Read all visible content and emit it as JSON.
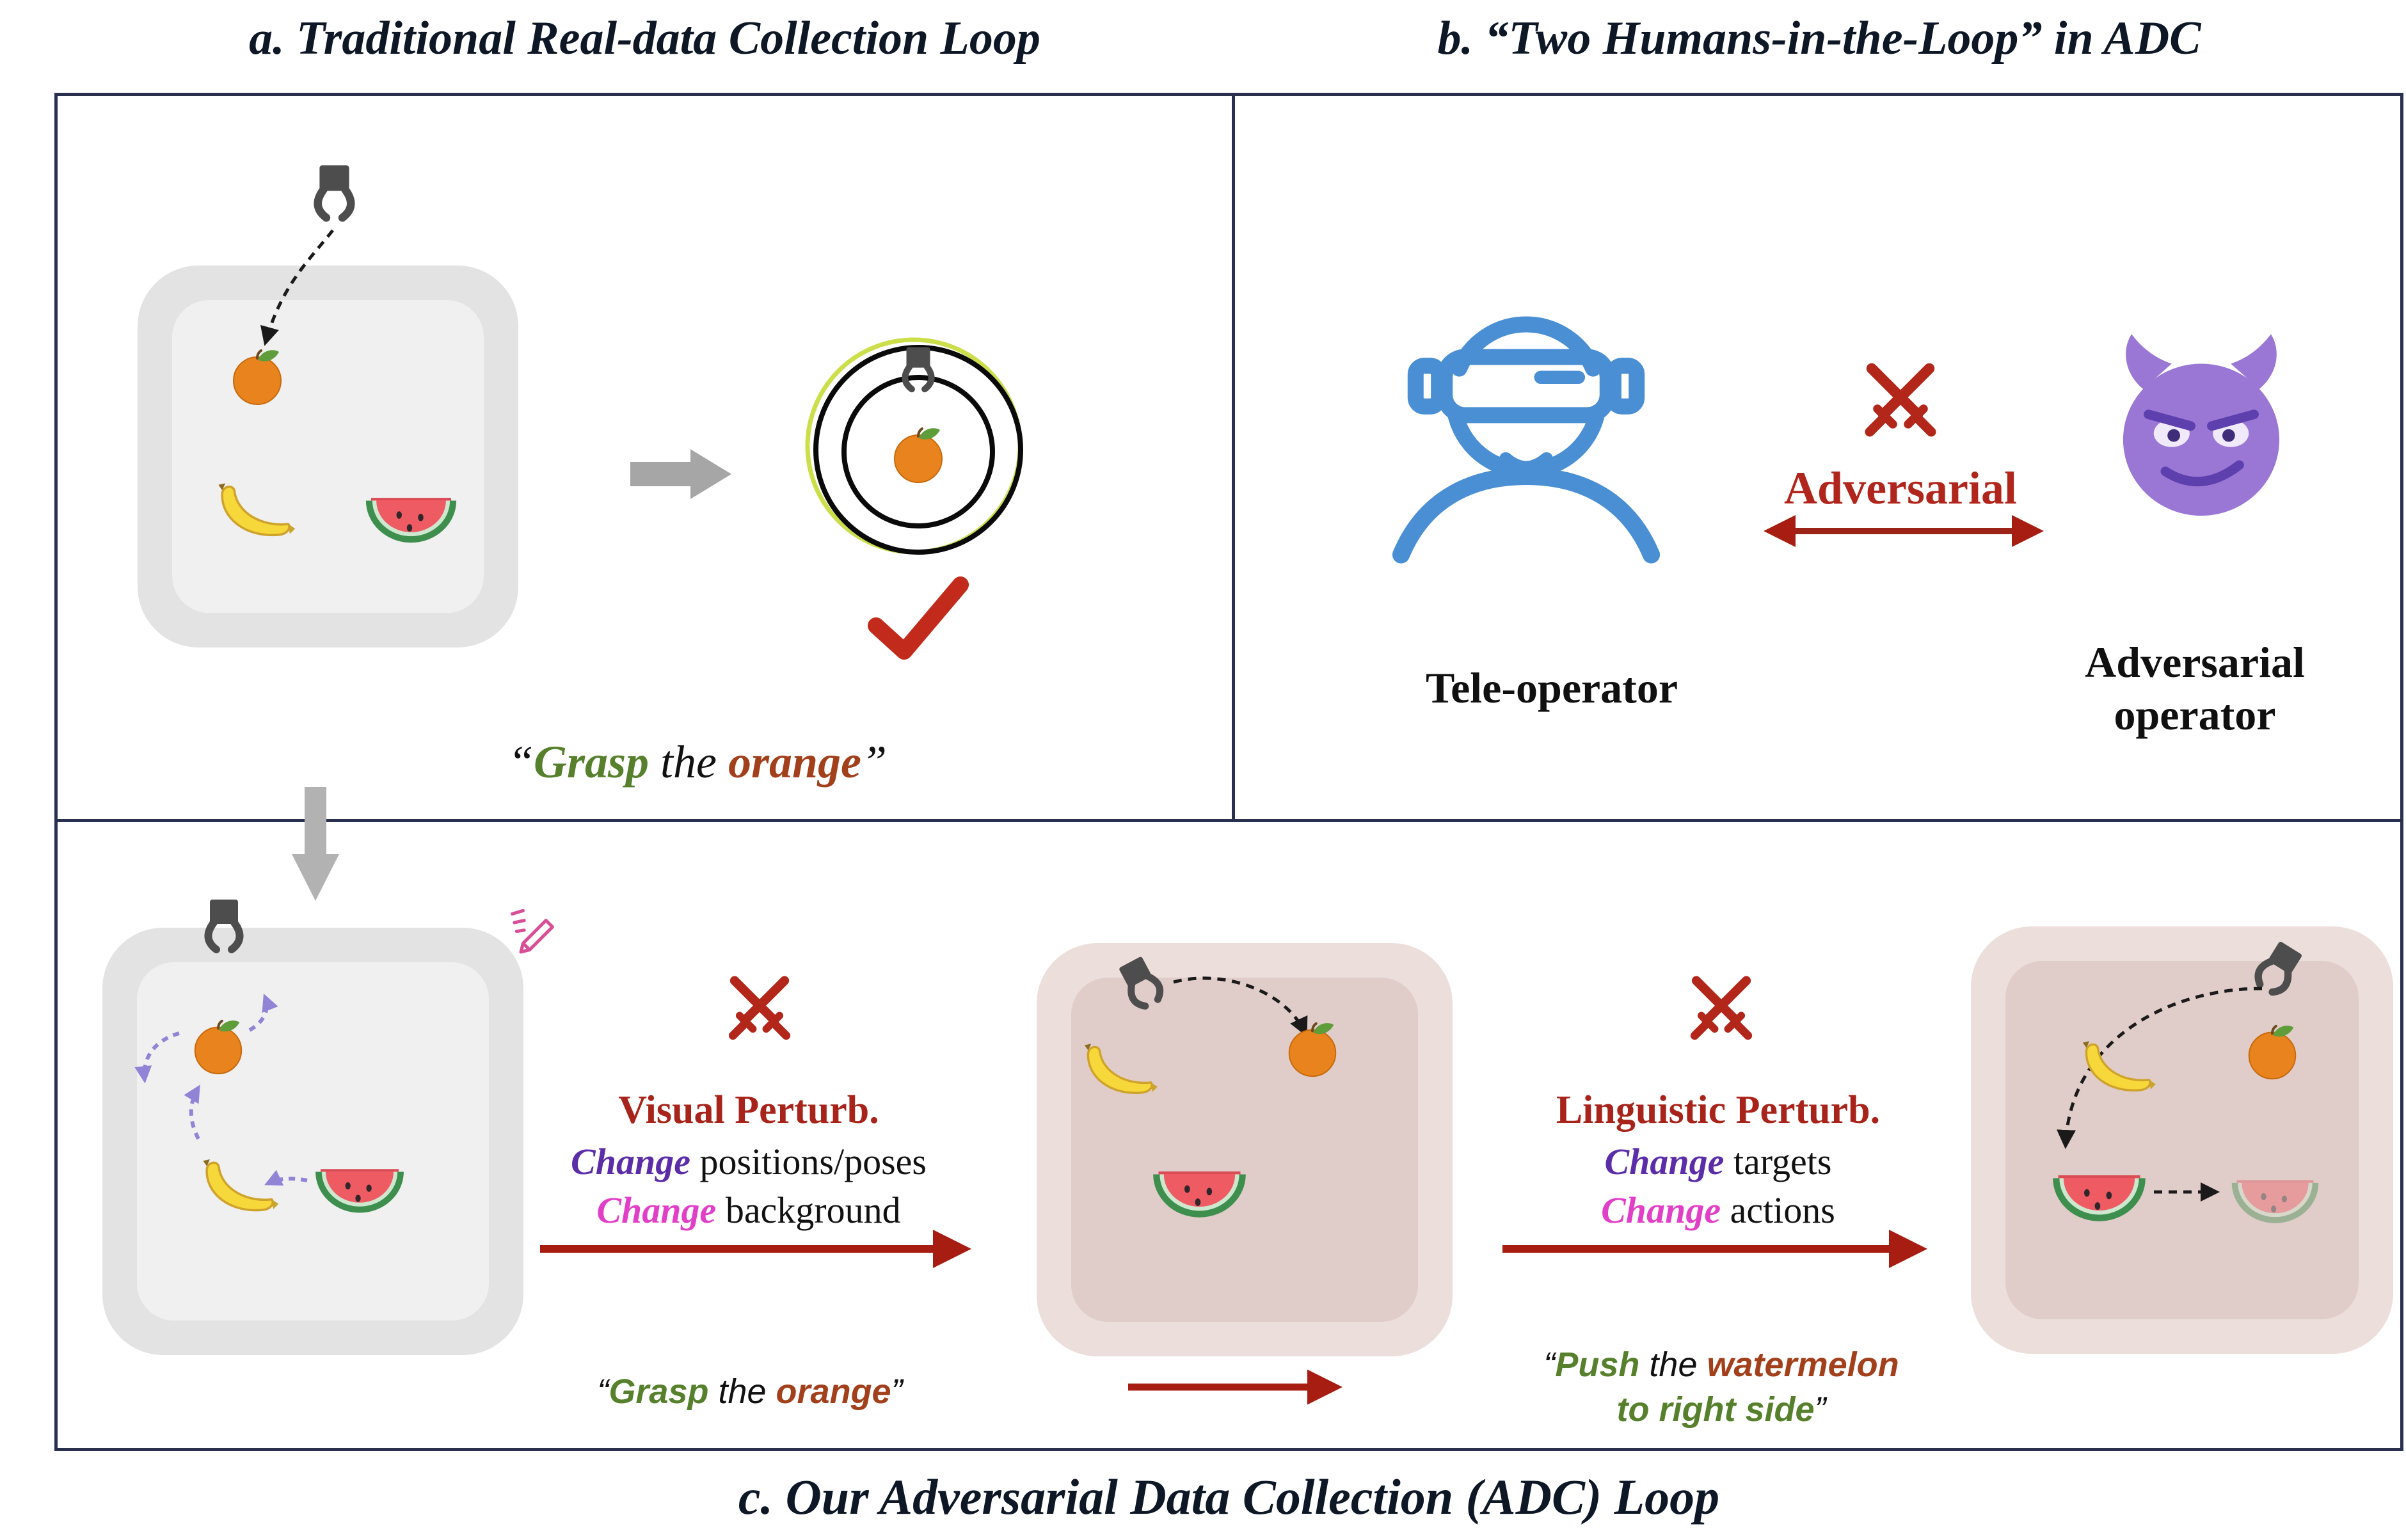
{
  "titles": {
    "panel_a": "a. Traditional Real-data Collection Loop",
    "panel_b": "b. “Two Humans-in-the-Loop” in ADC",
    "panel_c": "c. Our Adversarial Data Collection (ADC) Loop"
  },
  "panel_a": {
    "caption": {
      "open_quote": "“",
      "verb": "Grasp",
      "mid": " the ",
      "object": "orange",
      "close_quote": "”"
    }
  },
  "panel_b": {
    "tele_operator_label": "Tele-operator",
    "adversarial_label": "Adversarial",
    "adversarial_operator_line1": "Adversarial",
    "adversarial_operator_line2": "operator"
  },
  "panel_c": {
    "visual_perturb": {
      "title": "Visual Perturb.",
      "line1_keyword": "Change",
      "line1_rest": " positions/poses",
      "line2_keyword": "Change",
      "line2_rest": " background"
    },
    "linguistic_perturb": {
      "title": "Linguistic Perturb.",
      "line1_keyword": "Change",
      "line1_rest": " targets",
      "line2_keyword": "Change",
      "line2_rest": " actions"
    },
    "caption_grasp": {
      "open_quote": "“",
      "verb": "Grasp",
      "mid": " the ",
      "object": "orange",
      "close_quote": "”"
    },
    "caption_push": {
      "open_quote": "“",
      "verb": "Push",
      "mid": " the ",
      "object": "watermelon",
      "line2": "to right side",
      "close_quote": "”"
    }
  },
  "icons": {
    "gripper": "robot-gripper",
    "orange": "orange-fruit",
    "banana": "banana-fruit",
    "watermelon": "watermelon-slice",
    "crossed_swords": "adversarial-swords",
    "devil": "adversarial-devil-face",
    "vr_person": "teleoperator-vr-headset",
    "pencil": "edit-pencil",
    "checkmark": "success-check",
    "target": "focus-rings"
  },
  "colors": {
    "border_navy": "#2a3150",
    "adversarial_red": "#b0251c",
    "arrow_red": "#a81d12",
    "grasp_green": "#56802c",
    "object_dark_red": "#a2401c",
    "change_purple": "#5b2da8",
    "change_magenta": "#e23fc8",
    "teleoperator_blue": "#4a8fd4",
    "devil_purple": "#9a77d4",
    "tray_gray": "#e3e3e3",
    "tray_pink": "#ebdedb"
  }
}
